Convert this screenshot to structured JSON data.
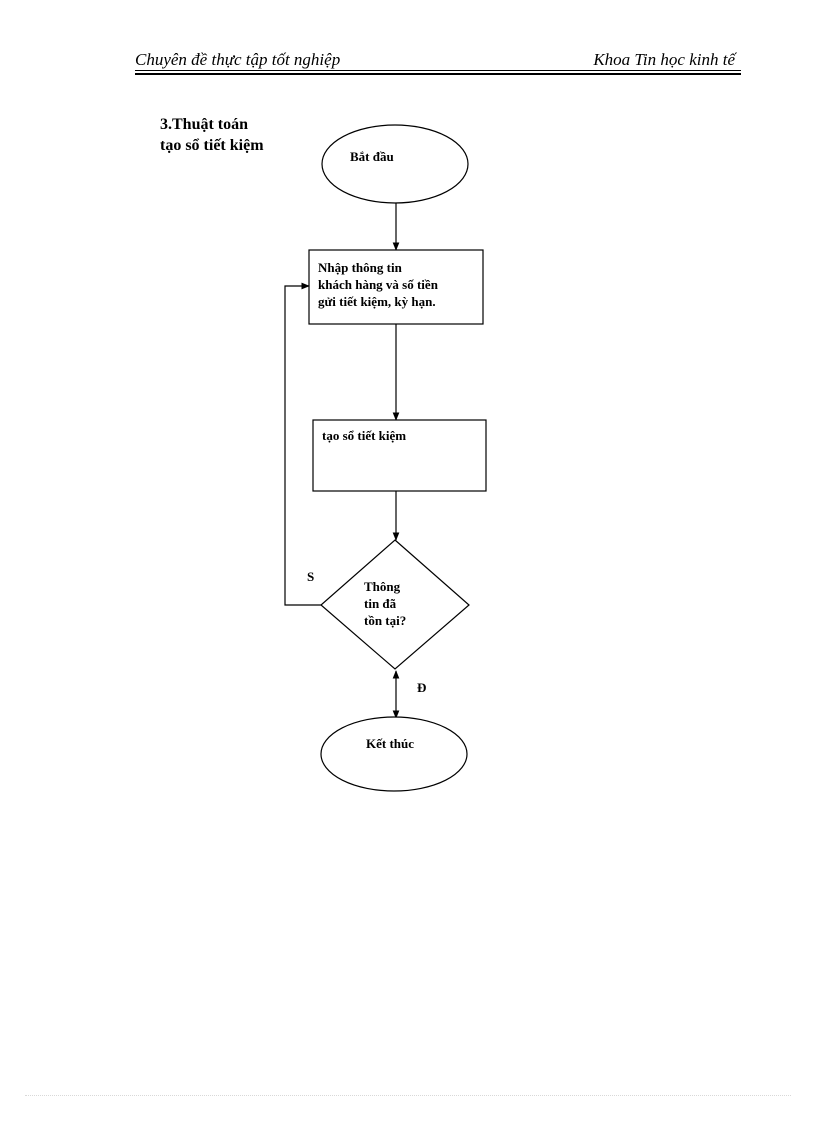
{
  "header": {
    "left_text": "Chuyên đề thực tập tốt nghiệp",
    "right_text": "Khoa Tin học kinh tế"
  },
  "section": {
    "title_line1": "3.Thuật toán",
    "title_line2": "tạo sổ tiết kiệm"
  },
  "flowchart": {
    "start": "Bắt đầu",
    "input": {
      "line1": "Nhập thông tin",
      "line2": "khách hàng và số tiền",
      "line3": "gửi tiết kiệm, kỳ hạn."
    },
    "process": "tạo sổ tiết kiệm",
    "decision": {
      "line1": "Thông",
      "line2": "tin đã",
      "line3": "tồn tại?"
    },
    "label_false": "S",
    "label_true": "Đ",
    "end": "Kết thúc"
  }
}
